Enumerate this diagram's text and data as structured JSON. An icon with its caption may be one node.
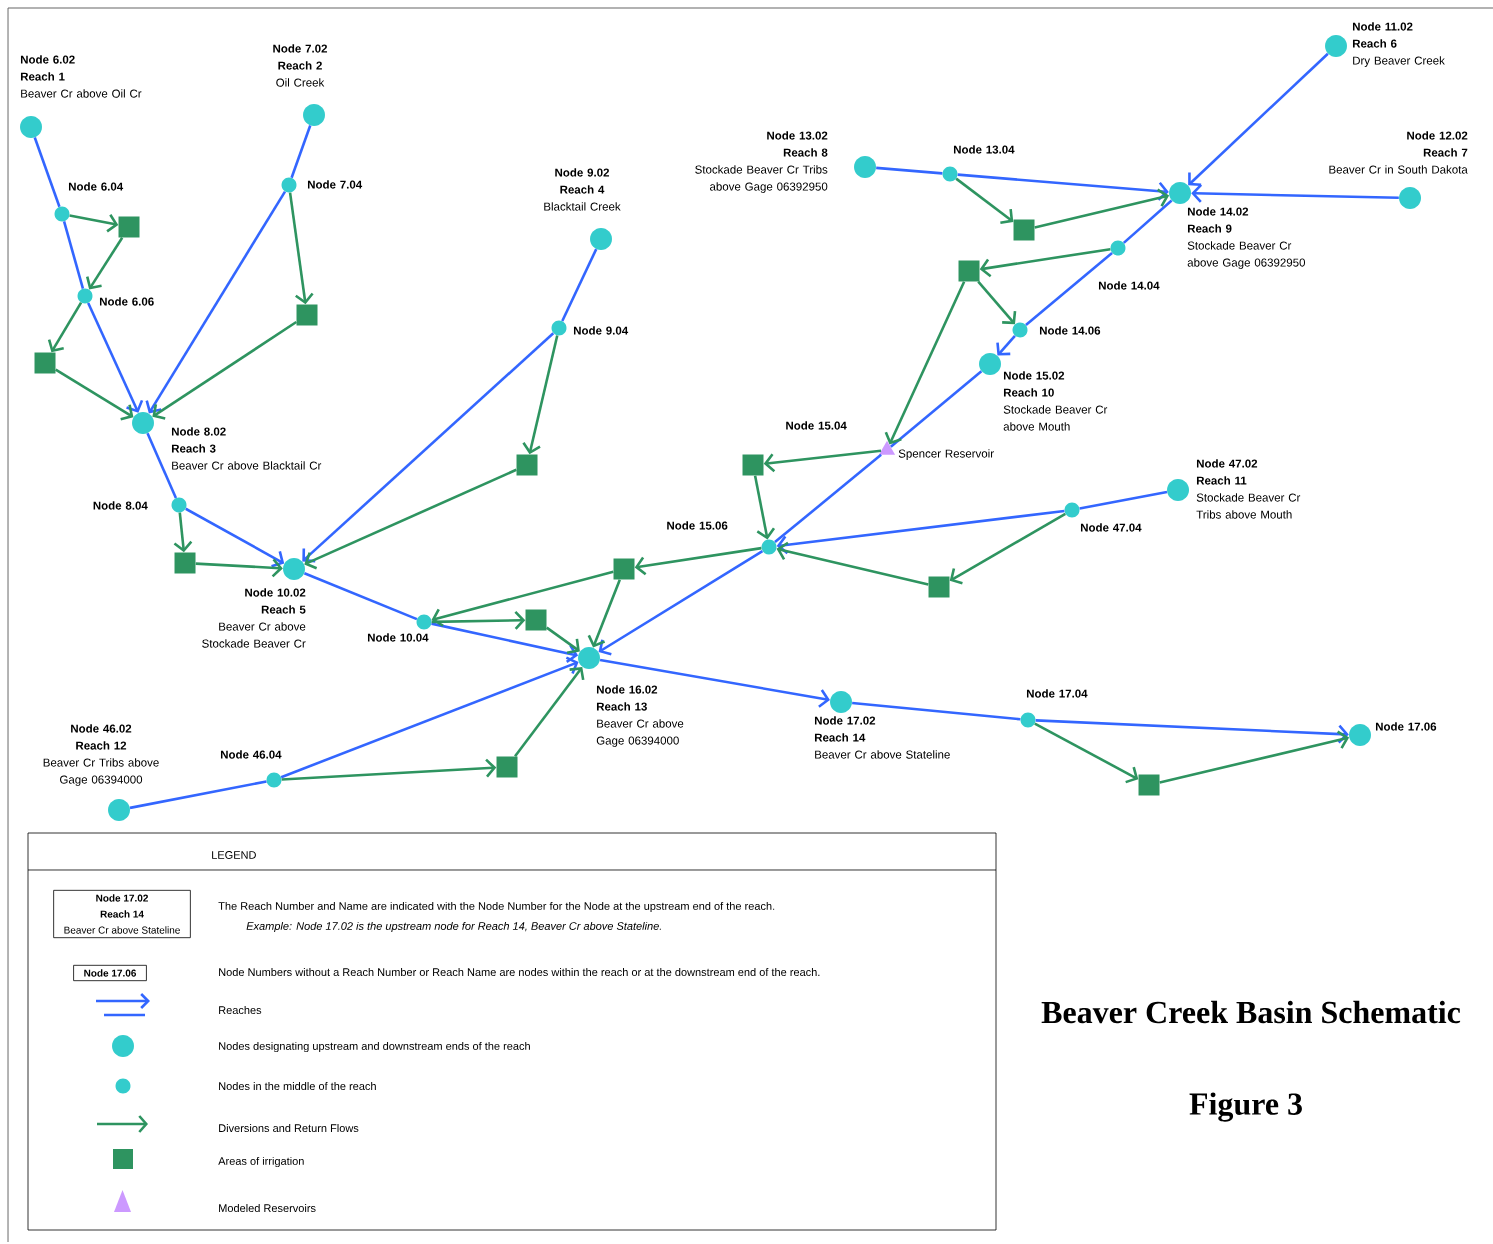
{
  "diagram": {
    "title": "Beaver Creek Basin Schematic",
    "caption": "Figure 3",
    "nodes": [
      {
        "text": [],
        "shape": "circle",
        "beside": [
          "Node 6.02",
          "Reach 1",
          "Beaver Cr above Oil Cr"
        ]
      },
      {
        "text": [],
        "shape": "dot",
        "beside": [
          "Node 6.04"
        ]
      },
      {
        "text": [],
        "shape": "box"
      },
      {
        "text": [],
        "shape": "dot",
        "beside": [
          "Node 6.06"
        ]
      },
      {
        "text": [],
        "shape": "box"
      },
      {
        "text": [],
        "shape": "circle",
        "beside": [
          "Node 7.02",
          "Reach 2",
          "Oil Creek"
        ]
      },
      {
        "text": [],
        "shape": "dot",
        "beside": [
          "Node 7.04"
        ]
      },
      {
        "text": [],
        "shape": "box"
      },
      {
        "text": [],
        "shape": "circle",
        "beside": [
          "Node 8.02",
          "Reach 3",
          "Beaver Cr above Blacktail Cr"
        ]
      },
      {
        "text": [],
        "shape": "dot",
        "beside": [
          "Node 8.04"
        ]
      },
      {
        "text": [],
        "shape": "box"
      },
      {
        "text": [],
        "shape": "circle",
        "beside": [
          "Node 9.02",
          "Reach 4",
          "Blacktail Creek"
        ]
      },
      {
        "text": [],
        "shape": "dot",
        "beside": [
          "Node 9.04"
        ]
      },
      {
        "text": [],
        "shape": "box"
      },
      {
        "text": [],
        "shape": "circle",
        "beside": [
          "Node 10.02",
          "Reach 5",
          "Beaver Cr above Stockade Beaver Cr"
        ]
      },
      {
        "text": [],
        "shape": "dot",
        "beside": [
          "Node 10.04"
        ]
      },
      {
        "text": [],
        "shape": "box"
      },
      {
        "text": [],
        "shape": "box"
      },
      {
        "text": [],
        "shape": "dot",
        "beside": [
          "Node 15.06"
        ]
      },
      {
        "text": [],
        "shape": "triangle",
        "beside": [
          "Node 15.04",
          "Spencer Reservoir"
        ]
      },
      {
        "text": [],
        "shape": "box"
      },
      {
        "text": [],
        "shape": "circle",
        "beside": [
          "Node 15.02",
          "Reach 10",
          "Stockade Beaver Cr above Mouth"
        ]
      },
      {
        "text": [],
        "shape": "dot",
        "beside": [
          "Node 14.06"
        ]
      },
      {
        "text": [],
        "shape": "box"
      },
      {
        "text": [],
        "shape": "dot",
        "beside": [
          "Node 14.04"
        ]
      },
      {
        "text": [],
        "shape": "circle",
        "beside": [
          "Node 14.02",
          "Reach 9",
          "Stockade Beaver Cr above Gage 06392950"
        ]
      },
      {
        "text": [],
        "shape": "circle",
        "beside": [
          "Node 13.02",
          "Reach 8",
          "Stockade Beaver Cr Tribs above Gage 06392950"
        ]
      },
      {
        "text": [],
        "shape": "dot",
        "beside": [
          "Node 13.04"
        ]
      },
      {
        "text": [],
        "shape": "box"
      },
      {
        "text": [],
        "shape": "circle",
        "beside": [
          "Node 11.02",
          "Reach 6",
          "Dry Beaver Creek"
        ]
      },
      {
        "text": [],
        "shape": "circle",
        "beside": [
          "Node 12.02",
          "Reach 7",
          "Beaver Cr in South Dakota"
        ]
      },
      {
        "text": [],
        "shape": "circle",
        "beside": [
          "Node 47.02",
          "Reach 11",
          "Stockade Beaver Cr Tribs above Mouth"
        ]
      },
      {
        "text": [],
        "shape": "dot",
        "beside": [
          "Node 47.04"
        ]
      },
      {
        "text": [],
        "shape": "box"
      },
      {
        "text": [],
        "shape": "circle",
        "beside": [
          "Node 16.02",
          "Reach 13",
          "Beaver Cr above Gage 06394000"
        ]
      },
      {
        "text": [],
        "shape": "circle",
        "beside": [
          "Node 46.02",
          "Reach 12",
          "Beaver Cr Tribs above Gage 06394000"
        ]
      },
      {
        "text": [],
        "shape": "dot",
        "beside": [
          "Node 46.04"
        ]
      },
      {
        "text": [],
        "shape": "box"
      },
      {
        "text": [],
        "shape": "circle",
        "beside": [
          "Node 17.02",
          "Reach 14",
          "Beaver Cr above Stateline"
        ]
      },
      {
        "text": [],
        "shape": "dot",
        "beside": [
          "Node 17.04"
        ]
      },
      {
        "text": [],
        "shape": "box"
      },
      {
        "text": [],
        "shape": "circle",
        "beside": [
          "Node 17.06"
        ]
      },
      {
        "text": [
          "Node 17.02",
          "Reach 14",
          "Beaver Cr above Stateline"
        ]
      },
      {
        "text": [
          "Node 17.06"
        ]
      }
    ],
    "edges": [
      {
        "from": 0,
        "to": 1,
        "arrow": "none"
      },
      {
        "from": 1,
        "to": 3,
        "arrow": "none"
      },
      {
        "from": 3,
        "to": 8,
        "arrow": "to"
      },
      {
        "from": 5,
        "to": 6,
        "arrow": "none"
      },
      {
        "from": 6,
        "to": 8,
        "arrow": "to"
      },
      {
        "from": 8,
        "to": 9,
        "arrow": "none"
      },
      {
        "from": 9,
        "to": 14,
        "arrow": "to"
      },
      {
        "from": 11,
        "to": 12,
        "arrow": "none"
      },
      {
        "from": 12,
        "to": 14,
        "arrow": "to"
      },
      {
        "from": 14,
        "to": 15,
        "arrow": "none"
      },
      {
        "from": 15,
        "to": 34,
        "arrow": "to"
      },
      {
        "from": 29,
        "to": 25,
        "arrow": "to"
      },
      {
        "from": 30,
        "to": 25,
        "arrow": "to"
      },
      {
        "from": 26,
        "to": 27,
        "arrow": "none"
      },
      {
        "from": 27,
        "to": 25,
        "arrow": "to"
      },
      {
        "from": 25,
        "to": 24,
        "arrow": "none"
      },
      {
        "from": 24,
        "to": 22,
        "arrow": "none"
      },
      {
        "from": 22,
        "to": 21,
        "arrow": "to"
      },
      {
        "from": 21,
        "to": 19,
        "arrow": "none"
      },
      {
        "from": 19,
        "to": 18,
        "arrow": "none"
      },
      {
        "from": 18,
        "to": 34,
        "arrow": "to"
      },
      {
        "from": 31,
        "to": 32,
        "arrow": "none"
      },
      {
        "from": 32,
        "to": 18,
        "arrow": "to"
      },
      {
        "from": 35,
        "to": 36,
        "arrow": "none"
      },
      {
        "from": 36,
        "to": 34,
        "arrow": "to"
      },
      {
        "from": 34,
        "to": 38,
        "arrow": "to"
      },
      {
        "from": 38,
        "to": 39,
        "arrow": "none"
      },
      {
        "from": 39,
        "to": 41,
        "arrow": "to"
      },
      {
        "from": 1,
        "to": 2,
        "arrow": "to",
        "color": "#2e9460"
      },
      {
        "from": 2,
        "to": 3,
        "arrow": "to",
        "color": "#2e9460"
      },
      {
        "from": 3,
        "to": 4,
        "arrow": "to",
        "color": "#2e9460"
      },
      {
        "from": 4,
        "to": 8,
        "arrow": "to",
        "color": "#2e9460"
      },
      {
        "from": 6,
        "to": 7,
        "arrow": "to",
        "color": "#2e9460"
      },
      {
        "from": 7,
        "to": 8,
        "arrow": "to",
        "color": "#2e9460"
      },
      {
        "from": 9,
        "to": 10,
        "arrow": "to",
        "color": "#2e9460"
      },
      {
        "from": 10,
        "to": 14,
        "arrow": "to",
        "color": "#2e9460"
      },
      {
        "from": 12,
        "to": 13,
        "arrow": "to",
        "color": "#2e9460"
      },
      {
        "from": 13,
        "to": 14,
        "arrow": "to",
        "color": "#2e9460"
      },
      {
        "from": 15,
        "to": 16,
        "arrow": "to",
        "color": "#2e9460"
      },
      {
        "from": 16,
        "to": 34,
        "arrow": "to",
        "color": "#2e9460"
      },
      {
        "from": 17,
        "to": 15,
        "arrow": "to",
        "color": "#2e9460"
      },
      {
        "from": 18,
        "to": 17,
        "arrow": "to",
        "color": "#2e9460"
      },
      {
        "from": 17,
        "to": 34,
        "arrow": "to",
        "color": "#2e9460"
      },
      {
        "from": 27,
        "to": 28,
        "arrow": "to",
        "color": "#2e9460"
      },
      {
        "from": 28,
        "to": 25,
        "arrow": "to",
        "color": "#2e9460"
      },
      {
        "from": 24,
        "to": 23,
        "arrow": "to",
        "color": "#2e9460"
      },
      {
        "from": 23,
        "to": 22,
        "arrow": "to",
        "color": "#2e9460"
      },
      {
        "from": 23,
        "to": 19,
        "arrow": "to",
        "color": "#2e9460"
      },
      {
        "from": 19,
        "to": 20,
        "arrow": "to",
        "color": "#2e9460"
      },
      {
        "from": 20,
        "to": 18,
        "arrow": "to",
        "color": "#2e9460"
      },
      {
        "from": 32,
        "to": 33,
        "arrow": "to",
        "color": "#2e9460"
      },
      {
        "from": 33,
        "to": 18,
        "arrow": "to",
        "color": "#2e9460"
      },
      {
        "from": 36,
        "to": 37,
        "arrow": "to",
        "color": "#2e9460"
      },
      {
        "from": 37,
        "to": 34,
        "arrow": "to",
        "color": "#2e9460"
      },
      {
        "from": 39,
        "to": 40,
        "arrow": "to",
        "color": "#2e9460"
      },
      {
        "from": 40,
        "to": 41,
        "arrow": "to",
        "color": "#2e9460"
      }
    ],
    "labels": [
      "LEGEND",
      "Example:  Node 17.02 is the upstream node for Reach 14, Beaver Cr above Stateline."
    ],
    "legend": [
      {
        "text": "The Reach Number and Name are indicated with the Node Number for the Node at the upstream end of the reach."
      },
      {
        "text": "Node Numbers without a Reach Number or Reach Name are nodes within the reach or at the downstream end of the reach."
      },
      {
        "text": "Reaches"
      },
      {
        "text": "Nodes designating upstream and downstream ends of the reach"
      },
      {
        "text": "Nodes in the middle of the reach"
      },
      {
        "text": "Diversions and Return Flows"
      },
      {
        "text": "Areas of irrigation"
      },
      {
        "text": "Modeled Reservoirs"
      }
    ]
  }
}
